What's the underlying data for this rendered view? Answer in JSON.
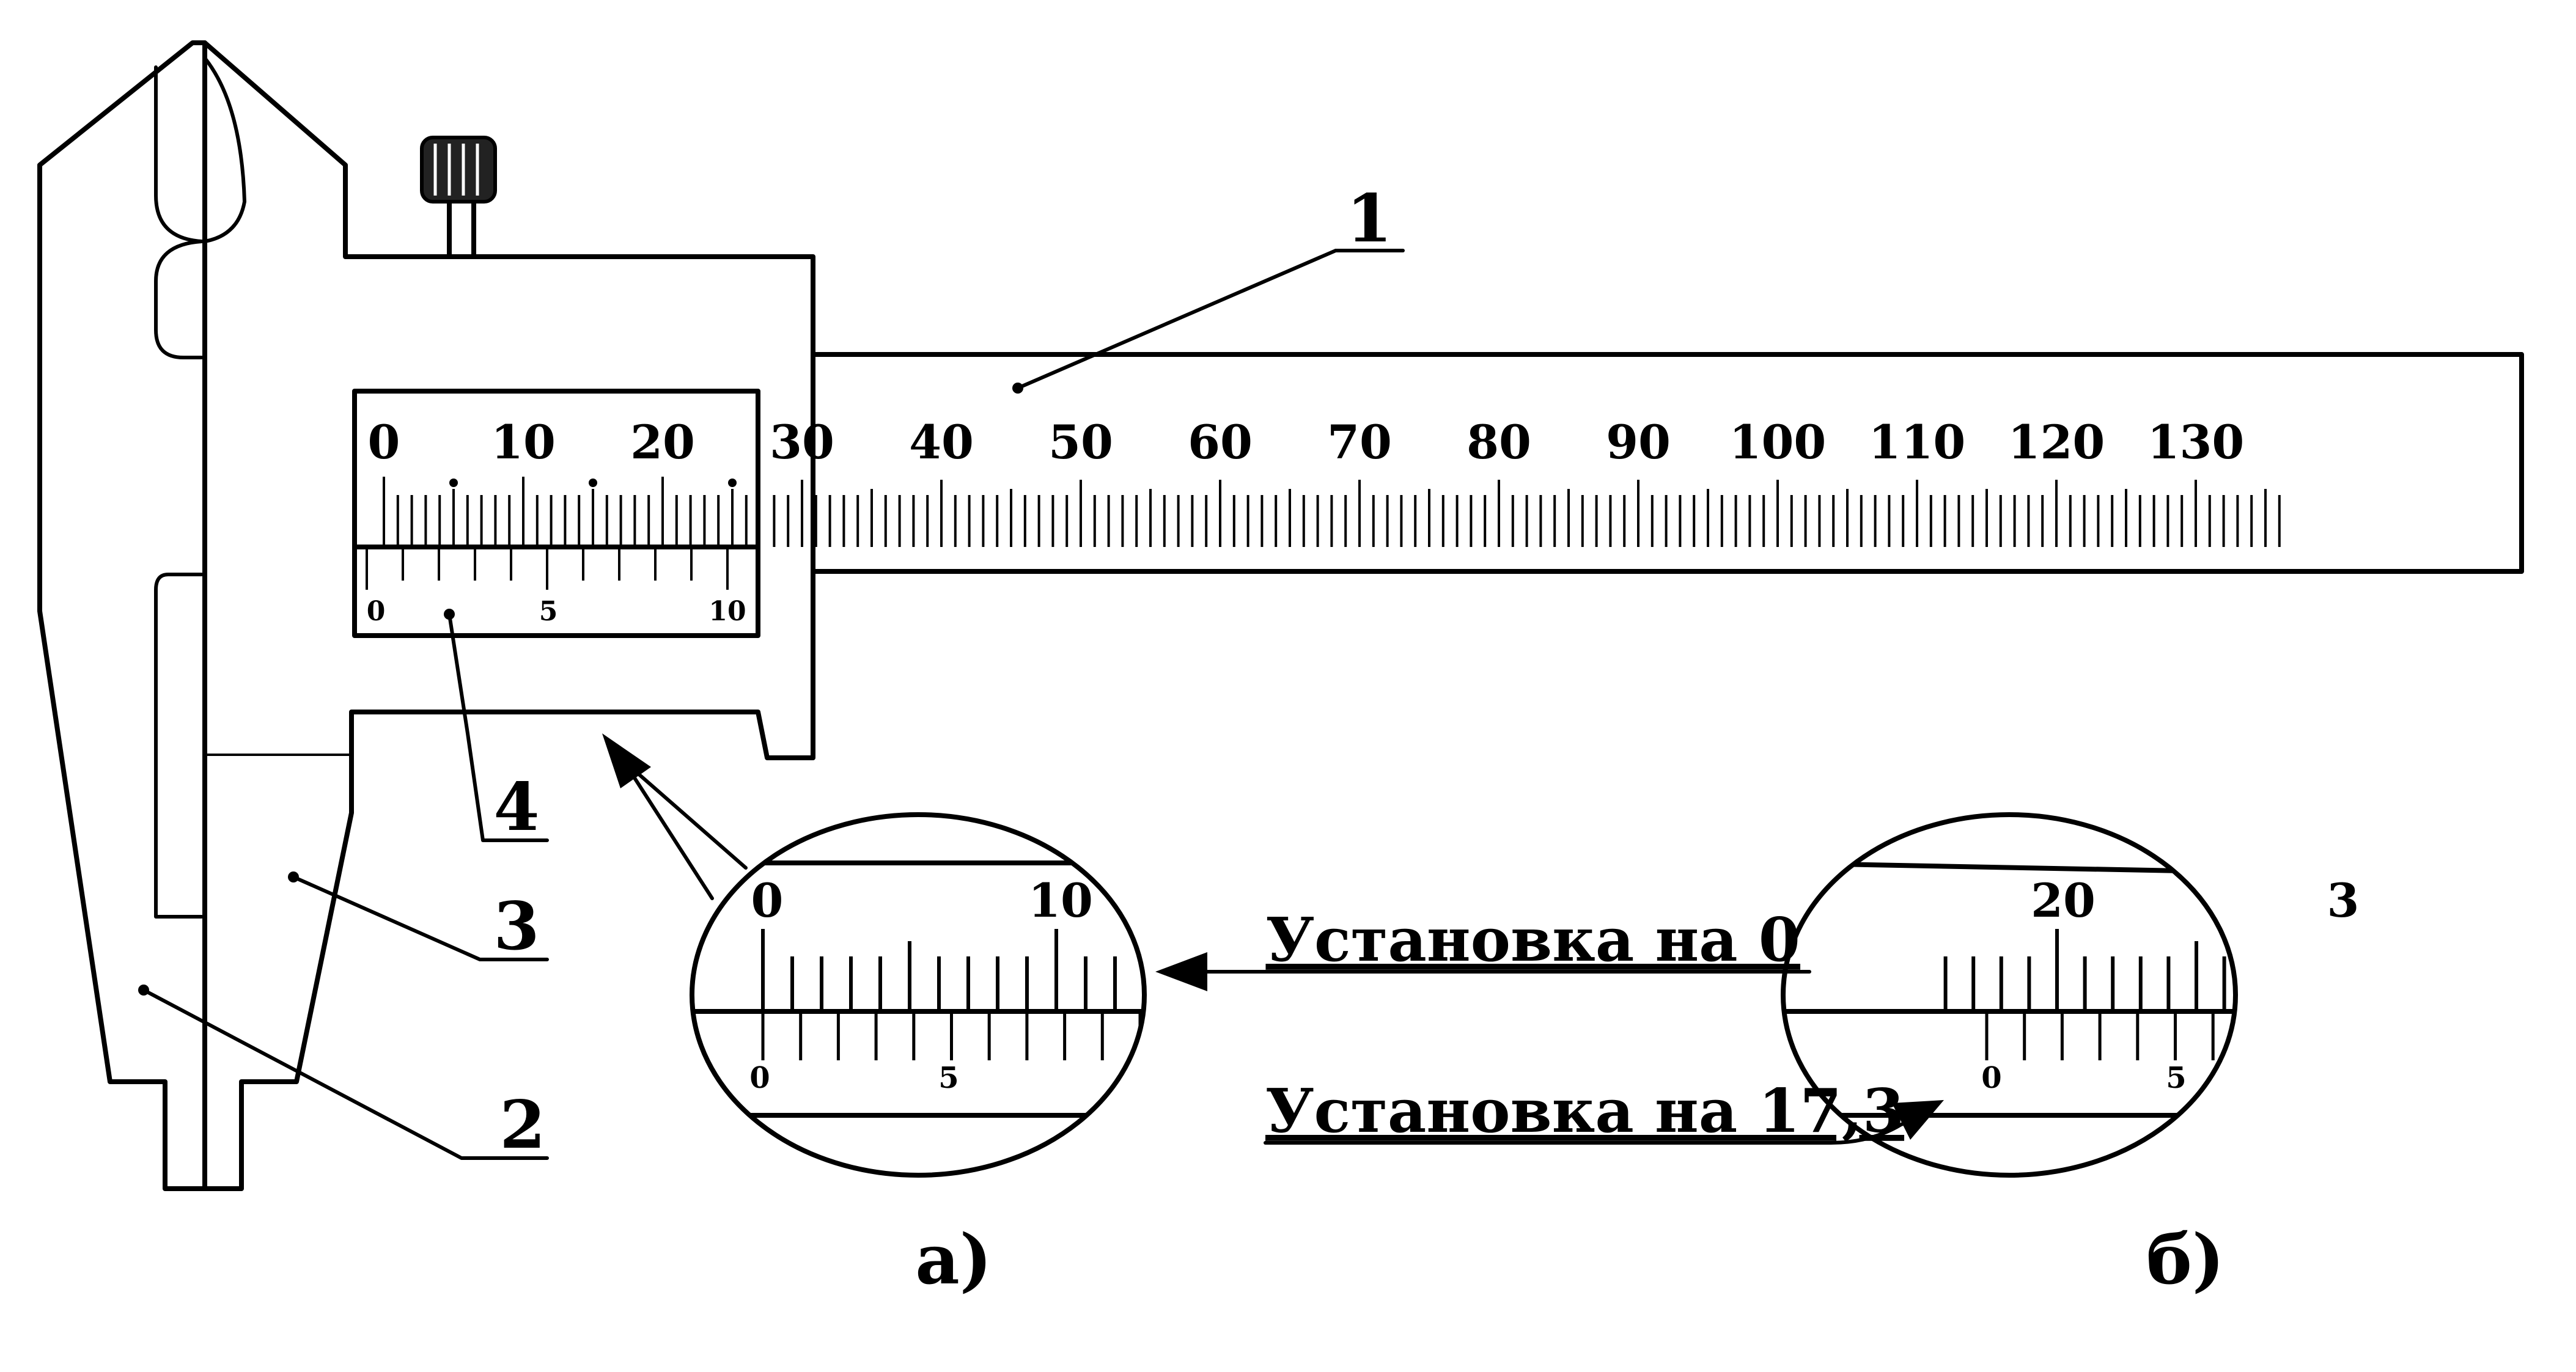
{
  "main_scale": {
    "labels": [
      "0",
      "10",
      "20",
      "30",
      "40",
      "50",
      "60",
      "70",
      "80",
      "90",
      "100",
      "110",
      "120",
      "130"
    ]
  },
  "vernier": {
    "labels": [
      "0",
      "5",
      "10"
    ]
  },
  "callouts": {
    "c1": "1",
    "c2": "2",
    "c3": "3",
    "c4": "4"
  },
  "detail_a": {
    "main_labels": [
      "0",
      "10"
    ],
    "vernier_labels": [
      "0",
      "5"
    ],
    "caption": "Установка на  0",
    "letter": "а)"
  },
  "detail_b": {
    "main_labels": [
      "20",
      "3"
    ],
    "vernier_labels": [
      "0",
      "5"
    ],
    "caption": "Установка на 17,3",
    "letter": "б)"
  }
}
